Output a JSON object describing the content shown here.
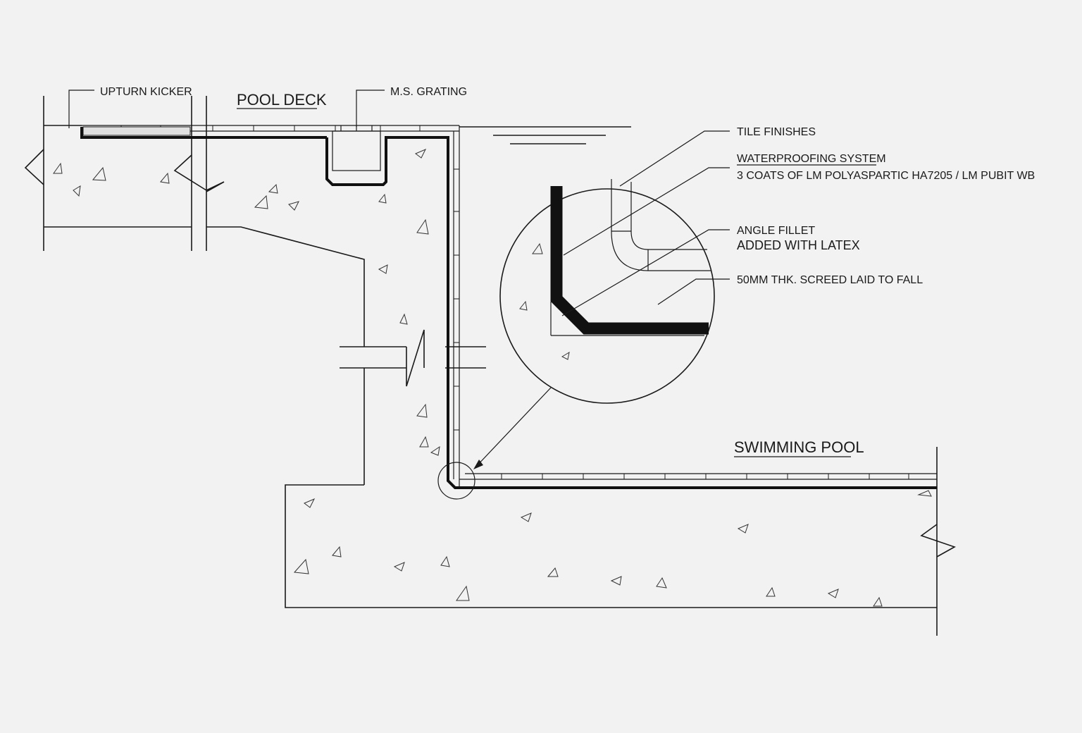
{
  "labels": {
    "upturn_kicker": "UPTURN KICKER",
    "pool_deck": "POOL DECK",
    "ms_grating": "M.S. GRATING",
    "tile_finishes": "TILE FINISHES",
    "waterproofing_system": "WATERPROOFING SYSTEM",
    "waterproofing_coats": "3 COATS OF LM POLYASPARTIC HA7205 / LM PUBIT WB",
    "angle_fillet": "ANGLE FILLET",
    "added_with_latex": "ADDED WITH LATEX",
    "screed": "50MM THK. SCREED LAID TO FALL",
    "swimming_pool": "SWIMMING POOL"
  },
  "colors": {
    "background": "#f2f2f2",
    "line": "#1a1a1a",
    "membrane": "#111111"
  }
}
